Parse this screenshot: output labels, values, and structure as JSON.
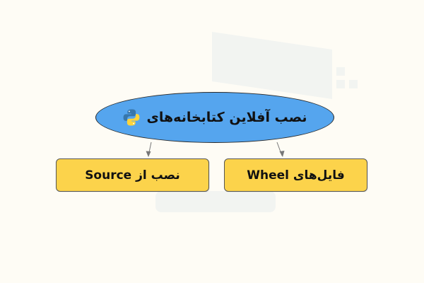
{
  "diagram": {
    "root": {
      "label": "نصب آفلاین کتابخانه‌های",
      "icon": "python-logo-icon"
    },
    "children": [
      {
        "label": "فایل‌های Wheel"
      },
      {
        "label": "نصب از  Source"
      }
    ]
  },
  "colors": {
    "background": "#fefcf5",
    "root_fill": "#55a5ee",
    "child_fill": "#fcd34b",
    "python_blue": "#3776ab",
    "python_yellow": "#ffd43b"
  }
}
